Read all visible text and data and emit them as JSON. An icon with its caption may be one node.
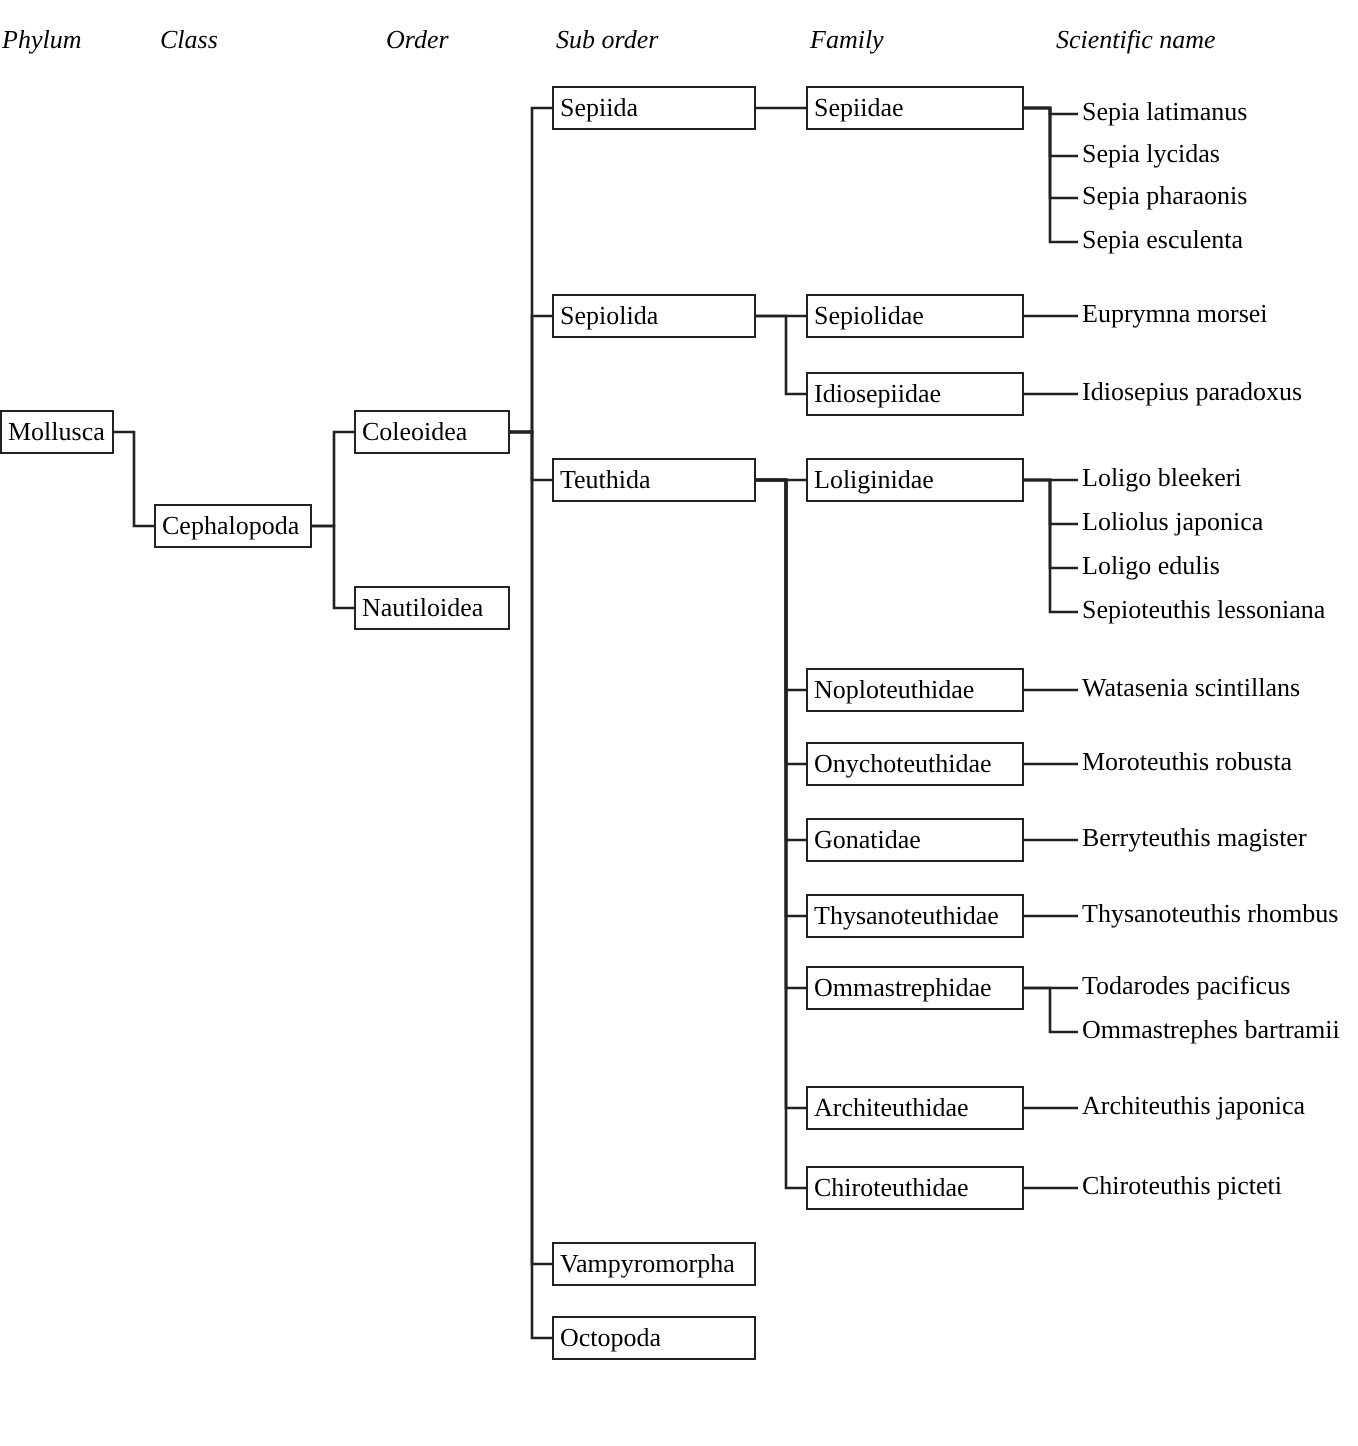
{
  "diagram": {
    "nodes": [
      {
        "text": [
          "Mollusca"
        ]
      },
      {
        "text": [
          "Cephalopoda"
        ]
      },
      {
        "text": [
          "Coleoidea"
        ]
      },
      {
        "text": [
          "Sepiida"
        ]
      },
      {
        "text": [
          "Sepiidae"
        ]
      },
      {
        "text": [
          "Sepia latimanus"
        ]
      },
      {
        "text": [
          "Sepia lycidas"
        ]
      },
      {
        "text": [
          "Sepia pharaonis"
        ]
      },
      {
        "text": [
          "Sepia esculenta"
        ]
      },
      {
        "text": [
          "Sepiolida"
        ]
      },
      {
        "text": [
          "Sepiolidae"
        ]
      },
      {
        "text": [
          "Euprymna morsei"
        ]
      },
      {
        "text": [
          "Idiosepiidae"
        ]
      },
      {
        "text": [
          "Idiosepius paradoxus"
        ]
      },
      {
        "text": [
          "Teuthida"
        ]
      },
      {
        "text": [
          "Loliginidae"
        ]
      },
      {
        "text": [
          "Loligo bleekeri"
        ]
      },
      {
        "text": [
          "Loliolus japonica"
        ]
      },
      {
        "text": [
          "Loligo edulis"
        ]
      },
      {
        "text": [
          "Sepioteuthis lessoniana"
        ]
      },
      {
        "text": [
          "Noploteuthidae"
        ]
      },
      {
        "text": [
          "Watasenia scintillans"
        ]
      },
      {
        "text": [
          "Onychoteuthidae"
        ]
      },
      {
        "text": [
          "Moroteuthis robusta"
        ]
      },
      {
        "text": [
          "Gonatidae"
        ]
      },
      {
        "text": [
          "Berryteuthis magister"
        ]
      },
      {
        "text": [
          "Thysanoteuthidae"
        ]
      },
      {
        "text": [
          "Thysanoteuthis rhombus"
        ]
      },
      {
        "text": [
          "Ommastrephidae"
        ]
      },
      {
        "text": [
          "Todarodes pacificus"
        ]
      },
      {
        "text": [
          "Ommastrephes bartramii"
        ]
      },
      {
        "text": [
          "Architeuthidae"
        ]
      },
      {
        "text": [
          "Architeuthis japonica"
        ]
      },
      {
        "text": [
          "Chiroteuthidae"
        ]
      },
      {
        "text": [
          "Chiroteuthis picteti"
        ]
      },
      {
        "text": [
          "Vampyromorpha"
        ]
      },
      {
        "text": [
          "Octopoda"
        ]
      },
      {
        "text": [
          "Nautiloidea"
        ]
      }
    ],
    "edges": [
      {
        "from": 0,
        "to": 1,
        "arrow": "none"
      },
      {
        "from": 1,
        "to": 2,
        "arrow": "none"
      },
      {
        "from": 1,
        "to": 37,
        "arrow": "none"
      },
      {
        "from": 2,
        "to": 3,
        "arrow": "none"
      },
      {
        "from": 2,
        "to": 9,
        "arrow": "none"
      },
      {
        "from": 2,
        "to": 14,
        "arrow": "none"
      },
      {
        "from": 2,
        "to": 35,
        "arrow": "none"
      },
      {
        "from": 2,
        "to": 36,
        "arrow": "none"
      },
      {
        "from": 3,
        "to": 4,
        "arrow": "none"
      },
      {
        "from": 4,
        "to": 5,
        "arrow": "none"
      },
      {
        "from": 4,
        "to": 6,
        "arrow": "none"
      },
      {
        "from": 4,
        "to": 7,
        "arrow": "none"
      },
      {
        "from": 4,
        "to": 8,
        "arrow": "none"
      },
      {
        "from": 9,
        "to": 10,
        "arrow": "none"
      },
      {
        "from": 9,
        "to": 12,
        "arrow": "none"
      },
      {
        "from": 10,
        "to": 11,
        "arrow": "none"
      },
      {
        "from": 12,
        "to": 13,
        "arrow": "none"
      },
      {
        "from": 14,
        "to": 15,
        "arrow": "none"
      },
      {
        "from": 14,
        "to": 20,
        "arrow": "none"
      },
      {
        "from": 14,
        "to": 22,
        "arrow": "none"
      },
      {
        "from": 14,
        "to": 24,
        "arrow": "none"
      },
      {
        "from": 14,
        "to": 26,
        "arrow": "none"
      },
      {
        "from": 14,
        "to": 28,
        "arrow": "none"
      },
      {
        "from": 14,
        "to": 31,
        "arrow": "none"
      },
      {
        "from": 14,
        "to": 33,
        "arrow": "none"
      },
      {
        "from": 15,
        "to": 16,
        "arrow": "none"
      },
      {
        "from": 15,
        "to": 17,
        "arrow": "none"
      },
      {
        "from": 15,
        "to": 18,
        "arrow": "none"
      },
      {
        "from": 15,
        "to": 19,
        "arrow": "none"
      },
      {
        "from": 20,
        "to": 21,
        "arrow": "none"
      },
      {
        "from": 22,
        "to": 23,
        "arrow": "none"
      },
      {
        "from": 24,
        "to": 25,
        "arrow": "none"
      },
      {
        "from": 26,
        "to": 27,
        "arrow": "none"
      },
      {
        "from": 28,
        "to": 29,
        "arrow": "none"
      },
      {
        "from": 28,
        "to": 30,
        "arrow": "none"
      },
      {
        "from": 31,
        "to": 32,
        "arrow": "none"
      },
      {
        "from": 33,
        "to": 34,
        "arrow": "none"
      }
    ],
    "labels": [
      "Phylum",
      "Class",
      "Order",
      "Sub order",
      "Family",
      "Scientific name"
    ]
  }
}
